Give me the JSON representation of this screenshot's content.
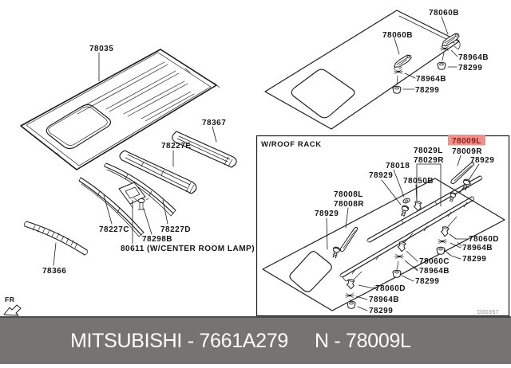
{
  "colors": {
    "line": "#1b1b1b",
    "highlight_bg": "#f0908c",
    "highlight_text": "#8c1c13",
    "footer_bar": "#767472",
    "footer_text": "#ffffff",
    "watermark_text": "#8a8a8a"
  },
  "left_diagram": {
    "part_labels": [
      "78035",
      "78367",
      "78227E",
      "78227C",
      "78227D",
      "78298B",
      "80611 (W/CENTER ROOM LAMP)",
      "78366"
    ],
    "fr_label": "FR"
  },
  "top_right_diagram": {
    "part_labels": [
      "78060B",
      "78060B",
      "78964B",
      "78299",
      "78964B",
      "78299"
    ]
  },
  "roof_rack_box": {
    "title": "W/ROOF RACK",
    "highlight": {
      "text": "78009L"
    },
    "part_labels": [
      "78009R",
      "78029L",
      "78029R",
      "78929",
      "78018",
      "78929",
      "78050B",
      "78008L",
      "78008R",
      "78929",
      "78060D",
      "78964B",
      "78299",
      "78060C",
      "78964B",
      "78299",
      "78060D",
      "78964B",
      "78299"
    ],
    "watermark": "D00357"
  },
  "footer": {
    "left_text": "MITSUBISHI - 7661A279",
    "right_text": "N - 78009L"
  }
}
